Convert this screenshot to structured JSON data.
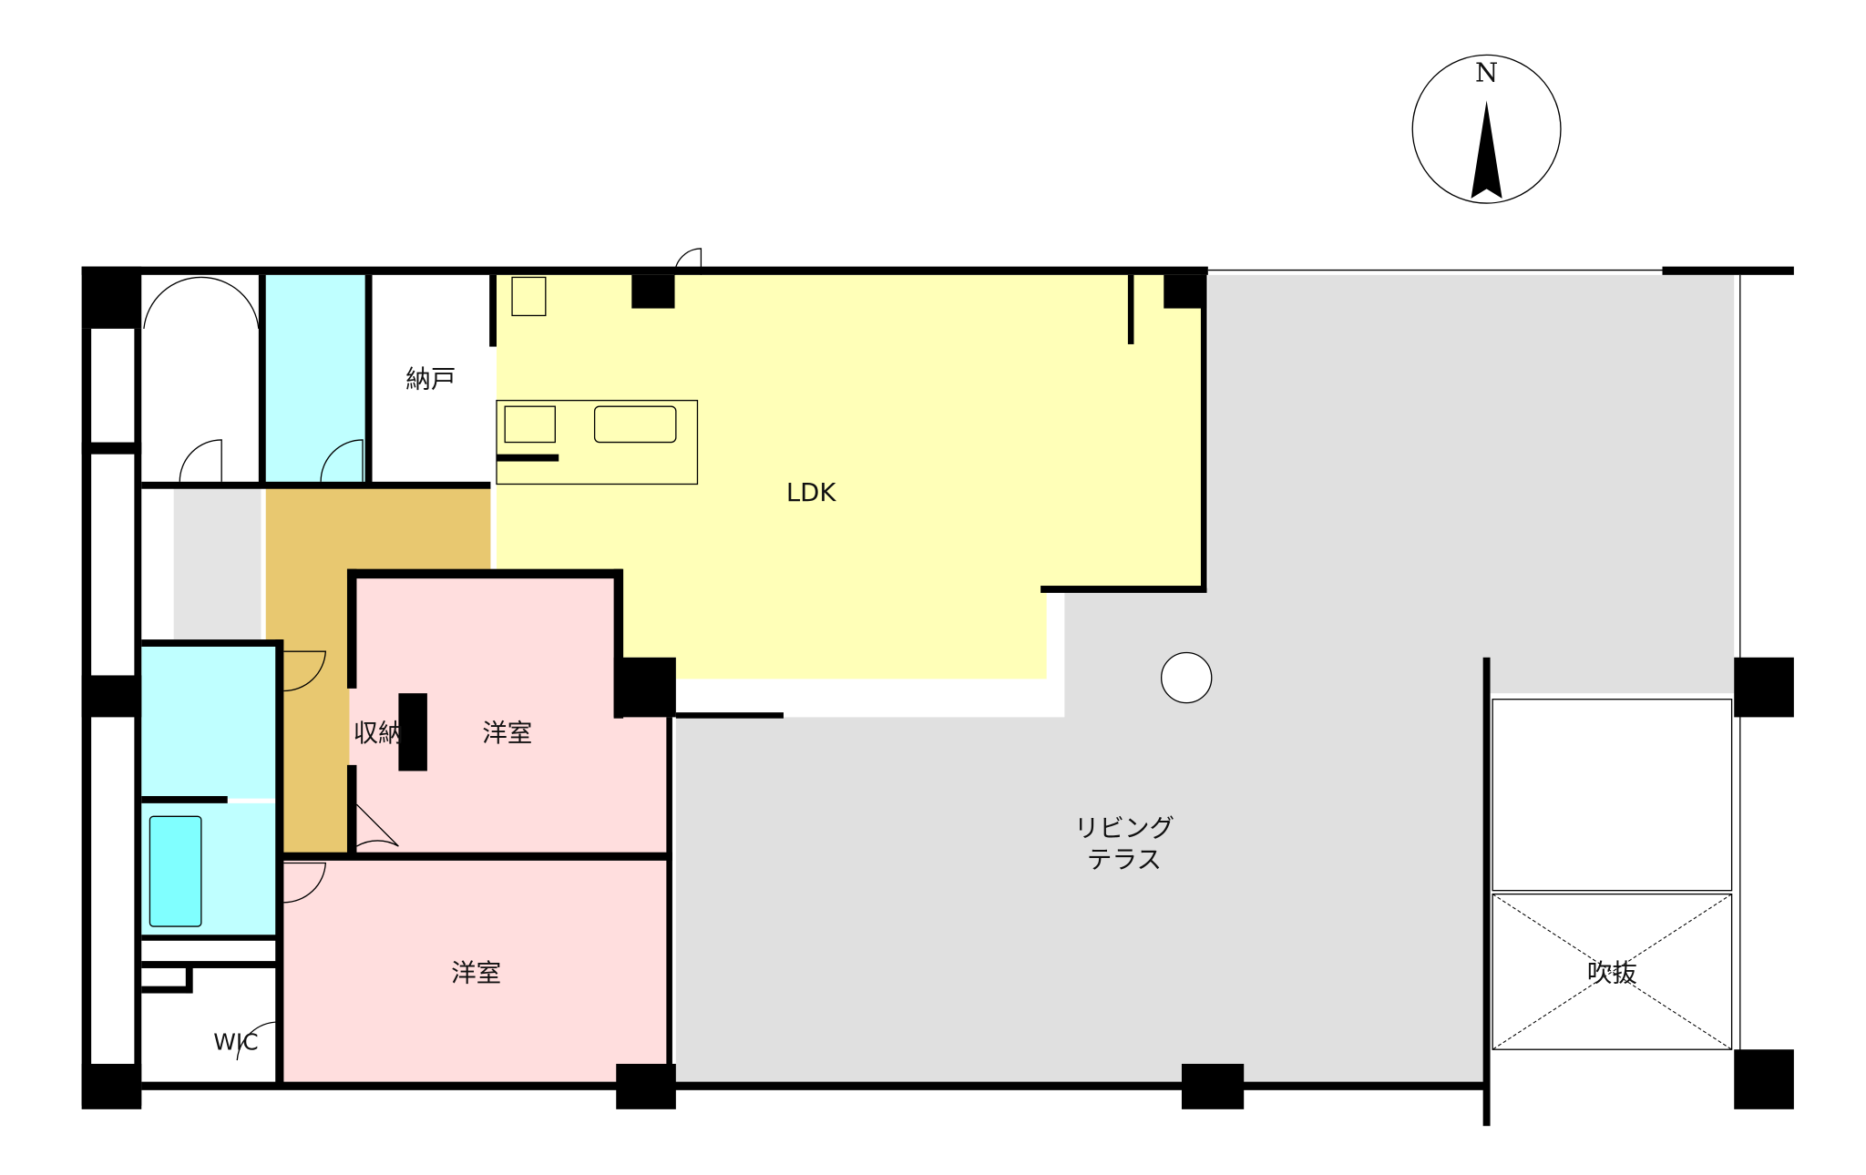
{
  "compass": {
    "label": "N"
  },
  "rooms": {
    "storage_nando": "納戸",
    "ldk": "LDK",
    "western_room_1": "洋室",
    "closet": "収納",
    "western_room_2": "洋室",
    "wic": "WIC",
    "living_terrace_line1": "リビング",
    "living_terrace_line2": "テラス",
    "void": "吹抜"
  },
  "colors": {
    "ldk": "#ffffb8",
    "bedroom": "#ffdede",
    "hall": "#e8c870",
    "wet": "#bfffff",
    "bathtub": "#80ffff",
    "terrace": "#e0e0e0",
    "genkan_tile": "#e4e4e4"
  }
}
